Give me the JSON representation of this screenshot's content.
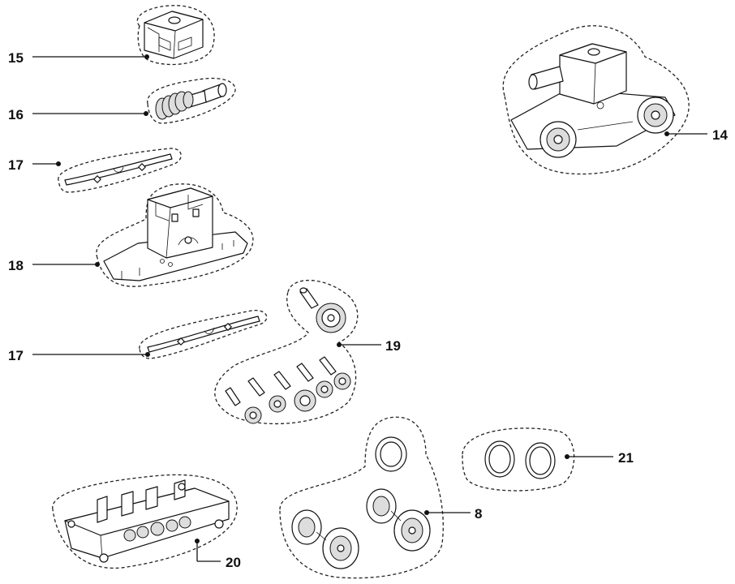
{
  "callouts": {
    "p15": "15",
    "p16": "16",
    "p17a": "17",
    "p18": "18",
    "p17b": "17",
    "p19": "19",
    "p14": "14",
    "p20": "20",
    "p8": "8",
    "p21": "21"
  },
  "colors": {
    "line": "#111111",
    "part_fill": "#ffffff",
    "shade": "#dddddd"
  }
}
